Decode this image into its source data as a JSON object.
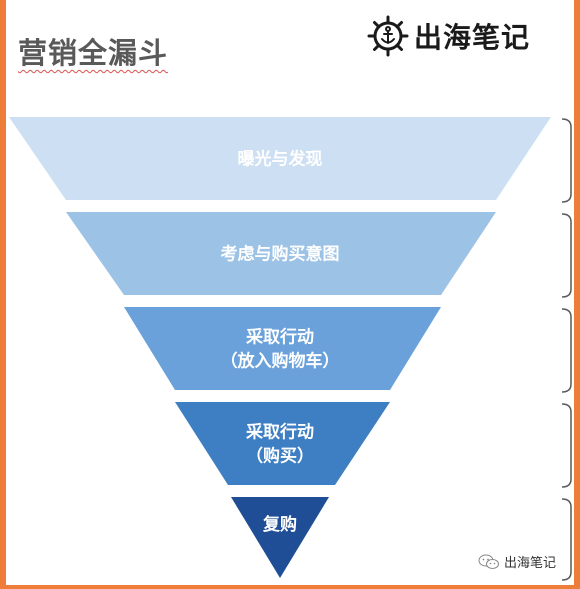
{
  "title": "营销全漏斗",
  "logo": {
    "text": "出海笔记",
    "icon": "ship-wheel-anchor-icon"
  },
  "funnel": [
    {
      "lines": [
        "曝光与发现"
      ],
      "color": "#cddff2"
    },
    {
      "lines": [
        "考虑与购买意图"
      ],
      "color": "#9cc2e5"
    },
    {
      "lines": [
        "采取行动",
        "（放入购物车）"
      ],
      "color": "#6aa1da"
    },
    {
      "lines": [
        "采取行动",
        "（购买）"
      ],
      "color": "#3e7fc3"
    },
    {
      "lines": [
        "复购"
      ],
      "color": "#1f4e96"
    }
  ],
  "watermark": {
    "text": "出海笔记",
    "icon": "wechat-icon"
  },
  "colors": {
    "frame": "#ee7d3a",
    "bracket": "#595959"
  }
}
